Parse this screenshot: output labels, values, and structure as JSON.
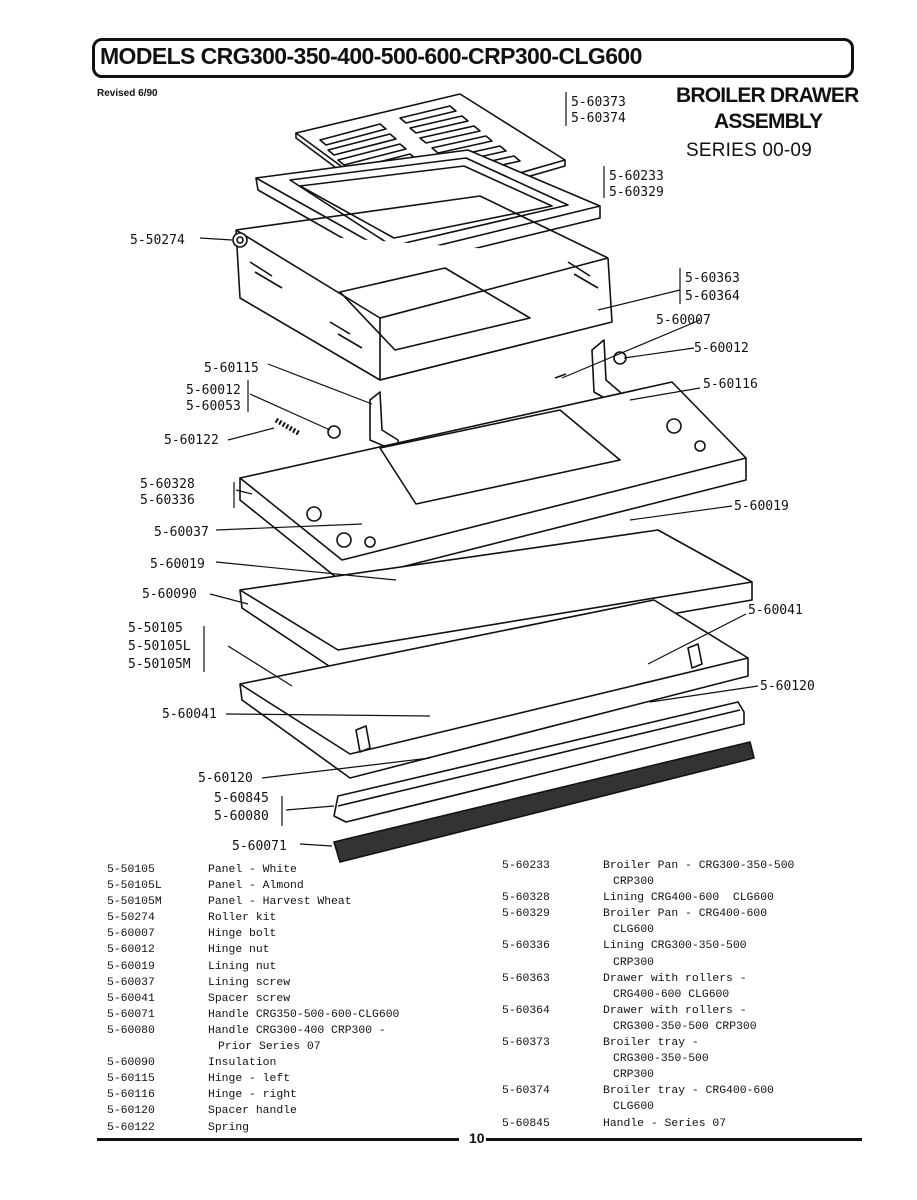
{
  "header": {
    "title": "MODELS CRG300-350-400-500-600-CRP300-CLG600",
    "revised": "Revised 6/90"
  },
  "assembly": {
    "line1": "BROILER DRAWER",
    "line2": "ASSEMBLY",
    "line3": "SERIES 00-09"
  },
  "callouts": [
    "5-60373",
    "5-60374",
    "5-60233",
    "5-60329",
    "5-50274",
    "5-60363",
    "5-60364",
    "5-60007",
    "5-60012",
    "5-60115",
    "5-60116",
    "5-60012",
    "5-60053",
    "5-60122",
    "5-60328",
    "5-60336",
    "5-60019",
    "5-60037",
    "5-60019",
    "5-60090",
    "5-60041",
    "5-50105",
    "5-50105L",
    "5-50105M",
    "5-60120",
    "5-60041",
    "5-60120",
    "5-60845",
    "5-60080",
    "5-60071"
  ],
  "parts_left": [
    {
      "pn": "5-50105",
      "desc": [
        "Panel - White"
      ]
    },
    {
      "pn": "5-50105L",
      "desc": [
        "Panel - Almond"
      ]
    },
    {
      "pn": "5-50105M",
      "desc": [
        "Panel - Harvest Wheat"
      ]
    },
    {
      "pn": "5-50274",
      "desc": [
        "Roller kit"
      ]
    },
    {
      "pn": "5-60007",
      "desc": [
        "Hinge bolt"
      ]
    },
    {
      "pn": "5-60012",
      "desc": [
        "Hinge nut"
      ]
    },
    {
      "pn": "5-60019",
      "desc": [
        "Lining nut"
      ]
    },
    {
      "pn": "5-60037",
      "desc": [
        "Lining screw"
      ]
    },
    {
      "pn": "5-60041",
      "desc": [
        "Spacer screw"
      ]
    },
    {
      "pn": "5-60071",
      "desc": [
        "Handle CRG350-500-600-CLG600"
      ]
    },
    {
      "pn": "5-60080",
      "desc": [
        "Handle CRG300-400 CRP300 -",
        "Prior Series 07"
      ]
    },
    {
      "pn": "5-60090",
      "desc": [
        "Insulation"
      ]
    },
    {
      "pn": "5-60115",
      "desc": [
        "Hinge - left"
      ]
    },
    {
      "pn": "5-60116",
      "desc": [
        "Hinge - right"
      ]
    },
    {
      "pn": "5-60120",
      "desc": [
        "Spacer handle"
      ]
    },
    {
      "pn": "5-60122",
      "desc": [
        "Spring"
      ]
    }
  ],
  "parts_right": [
    {
      "pn": "5-60233",
      "desc": [
        "Broiler Pan - CRG300-350-500",
        "CRP300"
      ]
    },
    {
      "pn": "5-60328",
      "desc": [
        "Lining CRG400-600  CLG600"
      ]
    },
    {
      "pn": "5-60329",
      "desc": [
        "Broiler Pan - CRG400-600",
        "CLG600"
      ]
    },
    {
      "pn": "5-60336",
      "desc": [
        "Lining CRG300-350-500",
        "CRP300"
      ]
    },
    {
      "pn": "5-60363",
      "desc": [
        "Drawer with rollers -",
        "CRG400-600 CLG600"
      ]
    },
    {
      "pn": "5-60364",
      "desc": [
        "Drawer with rollers -",
        "CRG300-350-500 CRP300"
      ]
    },
    {
      "pn": "5-60373",
      "desc": [
        "Broiler tray -",
        "CRG300-350-500",
        "CRP300"
      ]
    },
    {
      "pn": "5-60374",
      "desc": [
        "Broiler tray - CRG400-600",
        "CLG600"
      ]
    },
    {
      "pn": "5-60845",
      "desc": [
        "Handle - Series 07"
      ]
    }
  ],
  "footer": {
    "page_number": "10"
  }
}
